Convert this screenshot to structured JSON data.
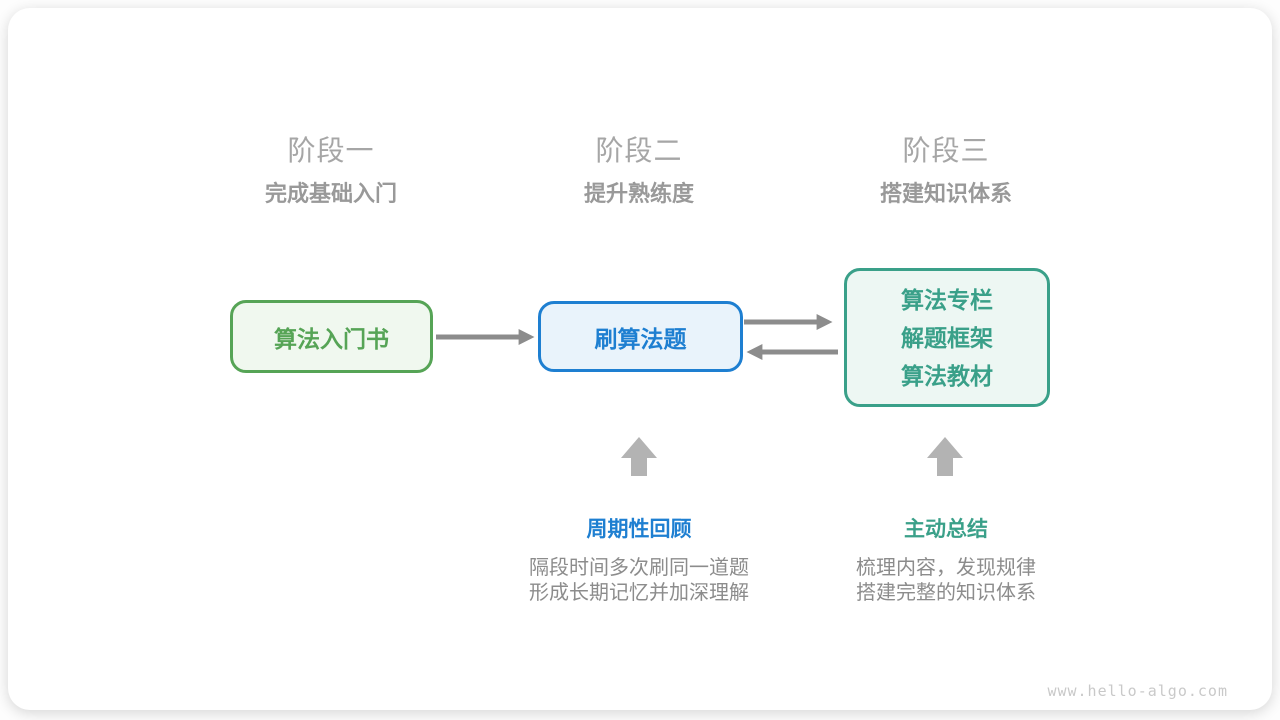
{
  "colors": {
    "stage-title": "#a6a6a6",
    "stage-subtitle": "#999999",
    "green": "#56a456",
    "green-bg": "#f0f8ef",
    "blue": "#1e7fd1",
    "blue-bg": "#e9f3fb",
    "teal": "#3aa089",
    "teal-bg": "#edf7f3",
    "connector": "#8c8c8c",
    "up-arrow": "#b3b3b3",
    "description": "#8c8c8c",
    "watermark": "#c9c9c9"
  },
  "stages": [
    {
      "title": "阶段一",
      "subtitle": "完成基础入门"
    },
    {
      "title": "阶段二",
      "subtitle": "提升熟练度"
    },
    {
      "title": "阶段三",
      "subtitle": "搭建知识体系"
    }
  ],
  "nodes": {
    "beginner_book": {
      "label": "算法入门书"
    },
    "problem_solving": {
      "label": "刷算法题"
    },
    "knowledge_resources": {
      "lines": [
        "算法专栏",
        "解题框架",
        "算法教材"
      ]
    }
  },
  "annotations": {
    "periodic_review": {
      "label": "周期性回顾",
      "description": [
        "隔段时间多次刷同一道题",
        "形成长期记忆并加深理解"
      ]
    },
    "active_summary": {
      "label": "主动总结",
      "description": [
        "梳理内容，发现规律",
        "搭建完整的知识体系"
      ]
    }
  },
  "watermark": "www.hello-algo.com"
}
